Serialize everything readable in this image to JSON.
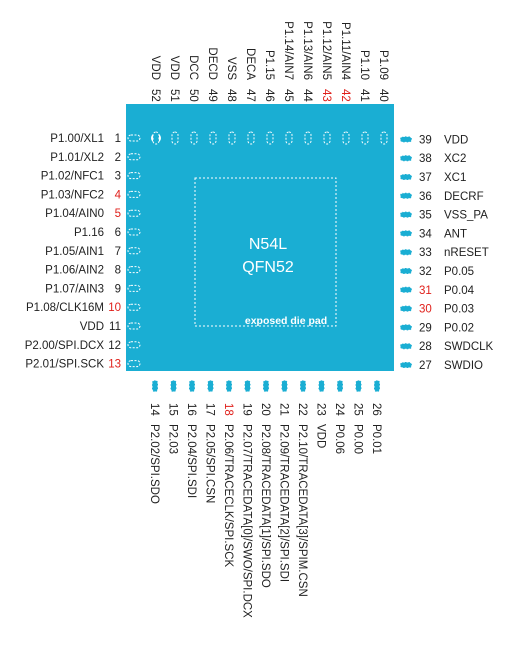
{
  "chip": {
    "name": "N54L",
    "package": "QFN52",
    "pad_label": "exposed die pad",
    "body_color": "#1aaed3",
    "highlight_color": "#e0201b"
  },
  "pins": {
    "left": [
      {
        "num": "1",
        "label": "P1.00/XL1",
        "red": false
      },
      {
        "num": "2",
        "label": "P1.01/XL2",
        "red": false
      },
      {
        "num": "3",
        "label": "P1.02/NFC1",
        "red": false
      },
      {
        "num": "4",
        "label": "P1.03/NFC2",
        "red": true
      },
      {
        "num": "5",
        "label": "P1.04/AIN0",
        "red": true
      },
      {
        "num": "6",
        "label": "P1.16",
        "red": false
      },
      {
        "num": "7",
        "label": "P1.05/AIN1",
        "red": false
      },
      {
        "num": "8",
        "label": "P1.06/AIN2",
        "red": false
      },
      {
        "num": "9",
        "label": "P1.07/AIN3",
        "red": false
      },
      {
        "num": "10",
        "label": "P1.08/CLK16M",
        "red": true
      },
      {
        "num": "11",
        "label": "VDD",
        "red": false
      },
      {
        "num": "12",
        "label": "P2.00/SPI.DCX",
        "red": false
      },
      {
        "num": "13",
        "label": "P2.01/SPI.SCK",
        "red": true
      }
    ],
    "bottom": [
      {
        "num": "14",
        "label": "P2.02/SPI.SDO",
        "red": false
      },
      {
        "num": "15",
        "label": "P2.03",
        "red": false
      },
      {
        "num": "16",
        "label": "P2.04/SPI.SDI",
        "red": false
      },
      {
        "num": "17",
        "label": "P2.05/SPI.CSN",
        "red": false
      },
      {
        "num": "18",
        "label": "P2.06/TRACECLK/SPI.SCK",
        "red": true
      },
      {
        "num": "19",
        "label": "P2.07/TRACEDATA[0]/SWO/SPI.DCX",
        "red": false
      },
      {
        "num": "20",
        "label": "P2.08/TRACEDATA[1]/SPI.SDO",
        "red": false
      },
      {
        "num": "21",
        "label": "P2.09/TRACEDATA[2]/SPI.SDI",
        "red": false
      },
      {
        "num": "22",
        "label": "P2.10/TRACEDATA[3]/SPIM.CSN",
        "red": false
      },
      {
        "num": "23",
        "label": "VDD",
        "red": false
      },
      {
        "num": "24",
        "label": "P0.06",
        "red": false
      },
      {
        "num": "25",
        "label": "P0.00",
        "red": false
      },
      {
        "num": "26",
        "label": "P0.01",
        "red": false
      }
    ],
    "right": [
      {
        "num": "27",
        "label": "SWDIO",
        "red": false
      },
      {
        "num": "28",
        "label": "SWDCLK",
        "red": false
      },
      {
        "num": "29",
        "label": "P0.02",
        "red": false
      },
      {
        "num": "30",
        "label": "P0.03",
        "red": true
      },
      {
        "num": "31",
        "label": "P0.04",
        "red": true
      },
      {
        "num": "32",
        "label": "P0.05",
        "red": false
      },
      {
        "num": "33",
        "label": "nRESET",
        "red": false
      },
      {
        "num": "34",
        "label": "ANT",
        "red": false
      },
      {
        "num": "35",
        "label": "VSS_PA",
        "red": false
      },
      {
        "num": "36",
        "label": "DECRF",
        "red": false
      },
      {
        "num": "37",
        "label": "XC1",
        "red": false
      },
      {
        "num": "38",
        "label": "XC2",
        "red": false
      },
      {
        "num": "39",
        "label": "VDD",
        "red": false
      }
    ],
    "top": [
      {
        "num": "40",
        "label": "P1.09",
        "red": false
      },
      {
        "num": "41",
        "label": "P1.10",
        "red": false
      },
      {
        "num": "42",
        "label": "P1.11/AIN4",
        "red": true
      },
      {
        "num": "43",
        "label": "P1.12/AIN5",
        "red": true
      },
      {
        "num": "44",
        "label": "P1.13/AIN6",
        "red": false
      },
      {
        "num": "45",
        "label": "P1.14/AIN7",
        "red": false
      },
      {
        "num": "46",
        "label": "P1.15",
        "red": false
      },
      {
        "num": "47",
        "label": "DECA",
        "red": false
      },
      {
        "num": "48",
        "label": "VSS",
        "red": false
      },
      {
        "num": "49",
        "label": "DECD",
        "red": false
      },
      {
        "num": "50",
        "label": "DCC",
        "red": false
      },
      {
        "num": "51",
        "label": "VDD",
        "red": false
      },
      {
        "num": "52",
        "label": "VDD",
        "red": false
      }
    ]
  }
}
